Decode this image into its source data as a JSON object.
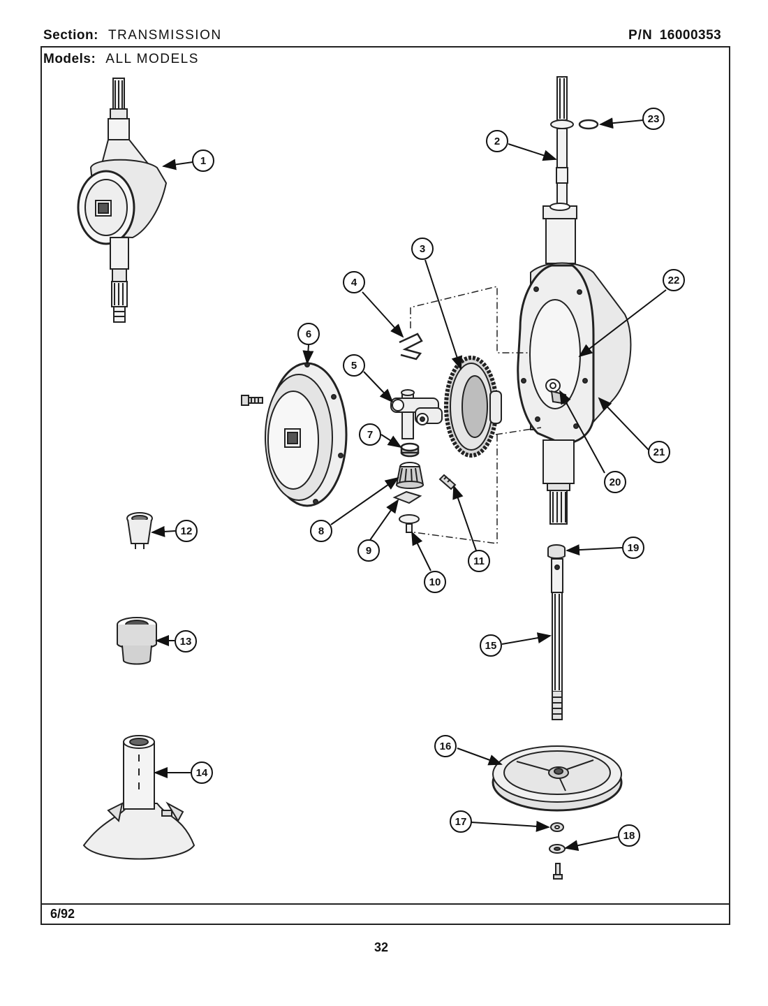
{
  "header": {
    "section_label": "Section:",
    "section_value": "TRANSMISSION",
    "models_label": "Models:",
    "models_value": "ALL MODELS",
    "pn_label": "P/N",
    "pn_value": "16000353"
  },
  "footer": {
    "date": "6/92",
    "page_number": "32"
  },
  "callouts": [
    "1",
    "2",
    "3",
    "4",
    "5",
    "6",
    "7",
    "8",
    "9",
    "10",
    "11",
    "12",
    "13",
    "14",
    "15",
    "16",
    "17",
    "18",
    "19",
    "20",
    "21",
    "22",
    "23"
  ]
}
